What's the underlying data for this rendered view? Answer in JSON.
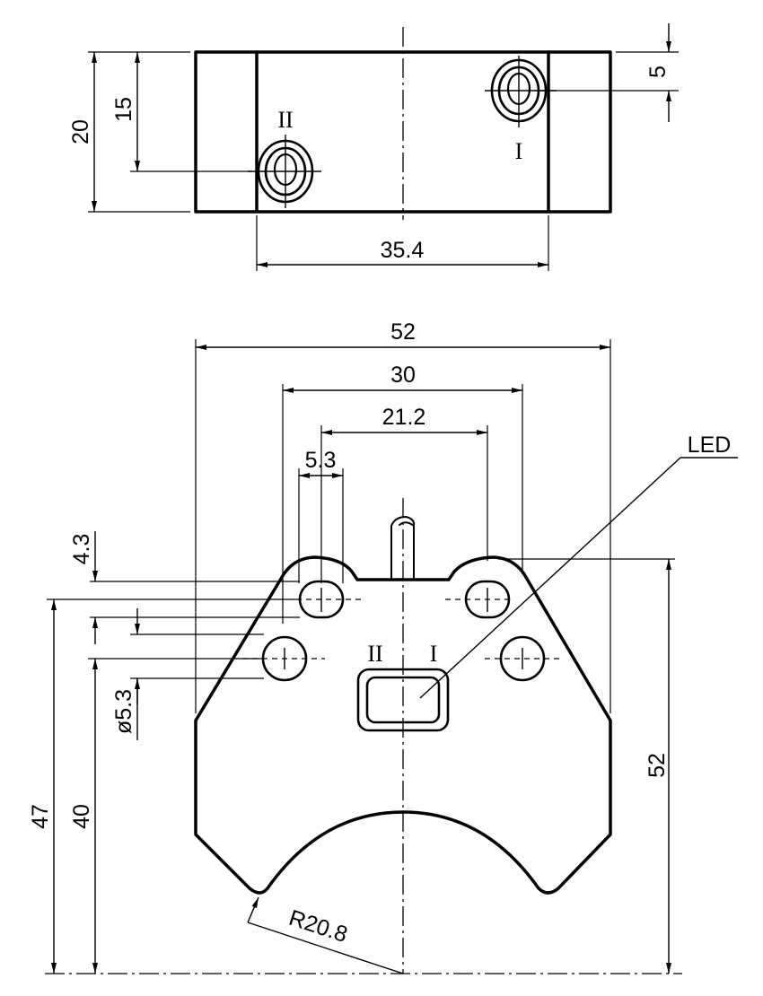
{
  "title": "Sensor dimension drawing",
  "top_view": {
    "height_total": "20",
    "height_hole_II": "15",
    "offset_hole_I": "5",
    "hole_spacing": "35.4",
    "hole_I_label": "I",
    "hole_II_label": "II"
  },
  "front_view": {
    "width_total": "52",
    "width_inner": "30",
    "slot_spacing": "21.2",
    "slot_width": "5.3",
    "slot_offset": "4.3",
    "hole_diameter": "ø5.3",
    "height_47": "47",
    "height_40": "40",
    "height_52": "52",
    "radius": "R20.8",
    "led_label": "LED",
    "led_I_label": "I",
    "led_II_label": "II"
  }
}
